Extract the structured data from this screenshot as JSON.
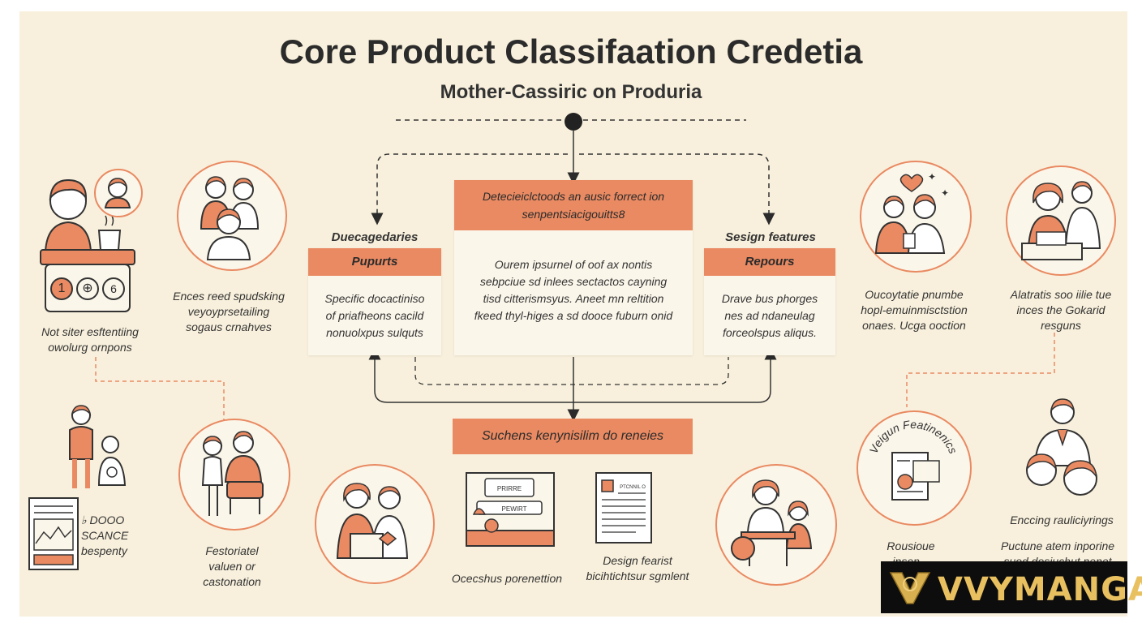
{
  "header": {
    "title": "Core Product Classifaation Credetia",
    "subtitle": "Mother-Cassiric on Produria"
  },
  "center_box": {
    "head_line1": "Detecieiclctoods an ausic forrect ion",
    "head_line2": "senpentsiacigouitts8",
    "body_line1": "Ourem ipsurnel of oof ax nontis",
    "body_line2": "sebpciue sd inlees sectactos cayning",
    "body_line3": "tisd citterismsyus. Aneet mn reltition",
    "body_line4": "fkeed thyl-higes a sd dooce fuburn onid"
  },
  "left_box": {
    "label": "Duecagedaries",
    "head": "Pupurts",
    "body_line1": "Specific docactiniso",
    "body_line2": "of priafheons cacild",
    "body_line3": "nonuolxpus sulquts"
  },
  "right_box": {
    "label": "Sesign features",
    "head": "Repours",
    "body_line1": "Drave bus phorges",
    "body_line2": "nes ad ndaneulag",
    "body_line3": "forceolspus aliqus."
  },
  "bottom_box": {
    "head": "Suchens kenynisilim do reneies"
  },
  "captions": {
    "far_left_1": "Not siter esftentiing",
    "far_left_2": "owolurg ornpons",
    "left_circle_1": "Ences reed spudsking",
    "left_circle_2": "veyoyprsetailing",
    "left_circle_3": "sogaus crnahves",
    "doc_1": "DOOO",
    "doc_2": "SCANCE",
    "doc_3": "bespenty",
    "lower_left_1": "Festoriatel",
    "lower_left_2": "valuen or",
    "lower_left_3": "castonation",
    "bottom_left": "Ocecshus porenettion",
    "design_1": "Design fearist",
    "design_2": "bicihtichtsur sgmlent",
    "right_circle_1": "Oucoytatie pnumbe",
    "right_circle_2": "hopl-emuinmisctstion",
    "right_circle_3": "onaes. Ucga ooction",
    "far_right_1": "Alatratis soo iilie tue",
    "far_right_2": "inces the Gokarid",
    "far_right_3": "resguns",
    "ring_text": "Veigun Featinenics",
    "lower_right_1": "Rousioue",
    "lower_right_2": "insen...",
    "enc_1": "Enccing rauliciyrings",
    "enc_2": "Puctune atem inporine",
    "enc_3": "suod dosiuchut nenet"
  },
  "panel_labels": {
    "left_top": "PRIRRE",
    "left_bottom": "PEWIRT",
    "doc_head": "PTCNNIL O"
  },
  "icon_badges": [
    "1",
    "⊕",
    "6"
  ],
  "logo": {
    "text": "VVYMANGA"
  },
  "colors": {
    "accent": "#e98a62",
    "background": "#f8f0dc",
    "box": "#fbf6ea",
    "ink": "#2b2b2b"
  }
}
